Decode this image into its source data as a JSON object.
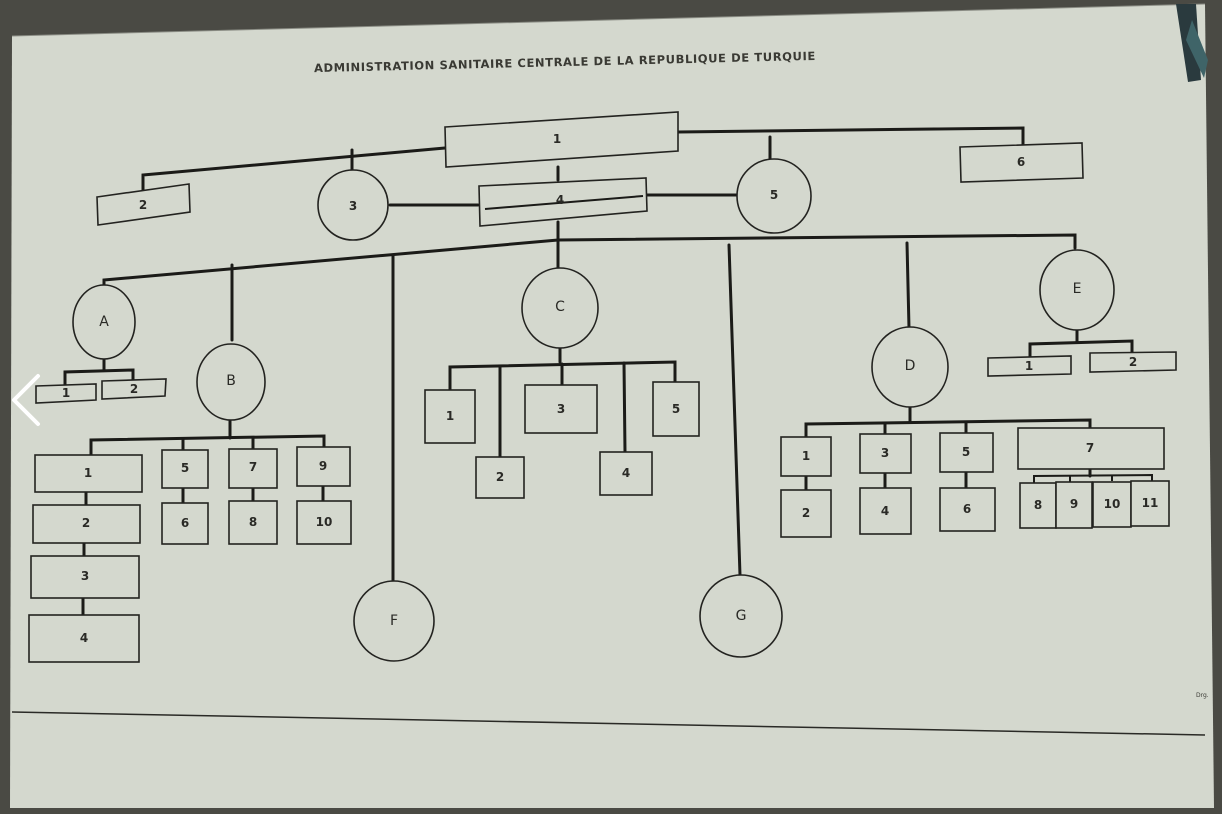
{
  "title": "ADMINISTRATION SANITAIRE CENTRALE DE LA REPUBLIQUE DE TURQUIE",
  "footer_note": "Drg.",
  "colors": {
    "paper": "#d4d8ce",
    "ink": "#1b1b18",
    "backdrop": "#4a4a44"
  },
  "nav": {
    "prev_icon": "chevron-left-icon"
  },
  "top": {
    "n1": "1",
    "n2": "2",
    "n3": "3",
    "n4": "4",
    "n5": "5",
    "n6": "6"
  },
  "A": {
    "label": "A",
    "c1": "1",
    "c2": "2"
  },
  "B": {
    "label": "B",
    "c1": "1",
    "c2": "2",
    "c3": "3",
    "c4": "4",
    "c5": "5",
    "c6": "6",
    "c7": "7",
    "c8": "8",
    "c9": "9",
    "c10": "10"
  },
  "C": {
    "label": "C",
    "c1": "1",
    "c2": "2",
    "c3": "3",
    "c4": "4",
    "c5": "5"
  },
  "D": {
    "label": "D",
    "c1": "1",
    "c2": "2",
    "c3": "3",
    "c4": "4",
    "c5": "5",
    "c6": "6",
    "c7": "7",
    "c8": "8",
    "c9": "9",
    "c10": "10",
    "c11": "11"
  },
  "E": {
    "label": "E",
    "c1": "1",
    "c2": "2"
  },
  "F": {
    "label": "F"
  },
  "G": {
    "label": "G"
  }
}
